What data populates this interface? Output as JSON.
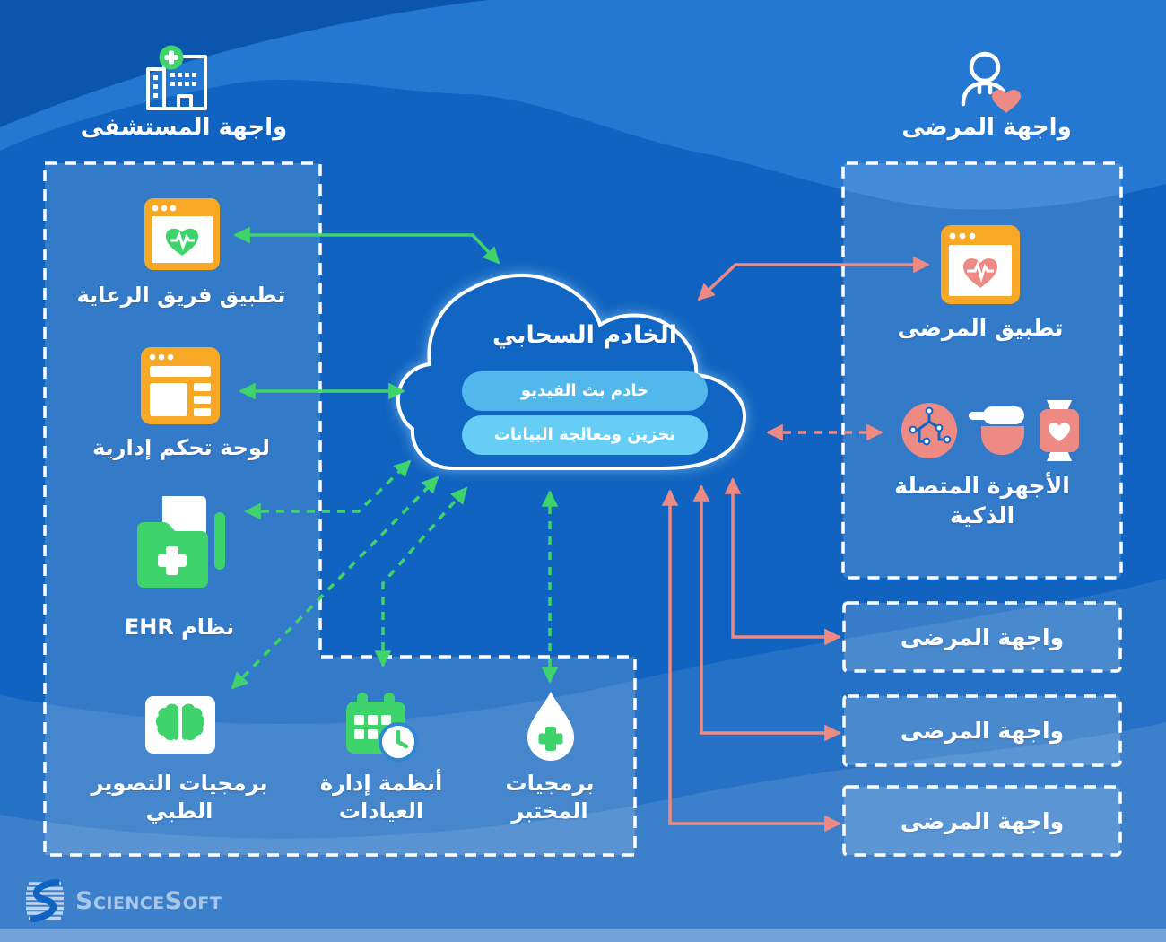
{
  "colors": {
    "background": "#1063c0",
    "accent_green": "#3ed36b",
    "accent_orange": "#f7a825",
    "accent_pink": "#ee8a84",
    "pill_blue": "#52b7ea",
    "pill_cyan": "#66cdf4",
    "dashed_border": "#ffffff"
  },
  "hospital_side": {
    "header": {
      "label": "واجهة المستشفى",
      "icon": "hospital-icon"
    },
    "items": [
      {
        "label": "تطبيق فريق الرعاية",
        "icon": "care-team-app-icon"
      },
      {
        "label": "لوحة تحكم إدارية",
        "icon": "admin-dashboard-icon"
      },
      {
        "label": "نظام EHR",
        "icon": "ehr-folder-icon"
      },
      {
        "label": "برمجيات التصوير الطبي",
        "icon": "medical-imaging-brain-icon"
      },
      {
        "label": "أنظمة إدارة العيادات",
        "icon": "clinic-calendar-icon"
      },
      {
        "label": "برمجيات المختبر",
        "icon": "lab-droplet-icon"
      }
    ]
  },
  "cloud": {
    "title": "الخادم السحابي",
    "services": [
      "خادم بث الفيديو",
      "تخزين ومعالجة البيانات"
    ]
  },
  "patient_side": {
    "header": {
      "label": "واجهة المرضى",
      "icon": "patient-heart-icon"
    },
    "app": {
      "label": "تطبيق المرضى",
      "icon": "patient-app-icon"
    },
    "devices": {
      "label": "الأجهزة المتصلة الذكية",
      "icons": [
        "circuit-device-icon",
        "monitor-device-icon",
        "smartwatch-icon"
      ]
    },
    "interface_boxes": [
      {
        "label": "واجهة المرضى"
      },
      {
        "label": "واجهة المرضى"
      },
      {
        "label": "واجهة المرضى"
      }
    ]
  },
  "footer": {
    "brand": "ScienceSoft",
    "icon": "sciencesoft-logo-icon"
  }
}
